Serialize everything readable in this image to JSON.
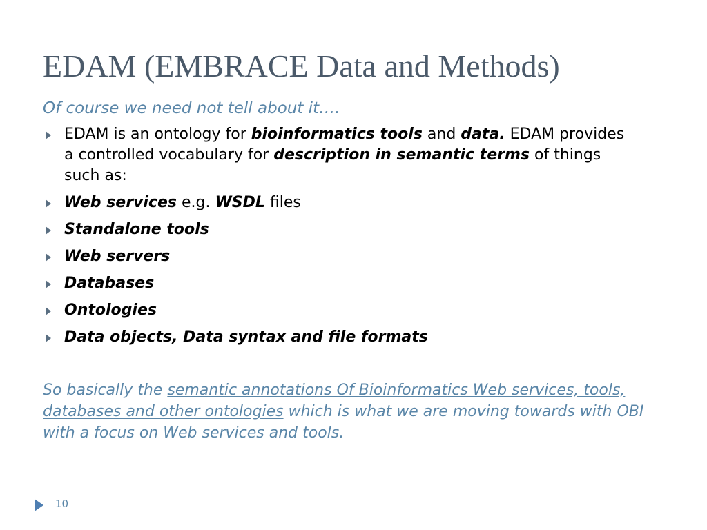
{
  "slide": {
    "title": "EDAM (EMBRACE Data and Methods)",
    "subtitle": "Of course we need not tell about it….",
    "intro": {
      "part1": "EDAM is an ontology for ",
      "bold1": "bioinformatics tools",
      "part2": " and ",
      "bold2": "data.",
      "part3": " EDAM provides a controlled vocabulary for ",
      "bold3": "description in semantic terms",
      "part4": " of things such as:"
    },
    "web_services": {
      "bold1": "Web services",
      "part1": " e.g. ",
      "bold2": "WSDL",
      "part2": " files"
    },
    "items": [
      "Standalone tools",
      "Web servers",
      "Databases",
      "Ontologies",
      "Data objects, Data syntax and file formats"
    ],
    "summary": {
      "part1": "So basically the ",
      "underlined": "semantic annotations Of Bioinformatics Web services, tools, databases and other ontologies",
      "part2": " which is what we are moving towards with OBI with a focus on Web services and tools."
    },
    "page_number": "10"
  },
  "colors": {
    "title": "#4b5a6a",
    "accent_text": "#5a86a8",
    "bullet_arrow": "#5a6f82",
    "page_marker": "#4f7fb2",
    "rule": "#b9c4cf"
  },
  "icons": {
    "bullet": "triangle-right-icon",
    "page_marker": "triangle-right-icon"
  }
}
